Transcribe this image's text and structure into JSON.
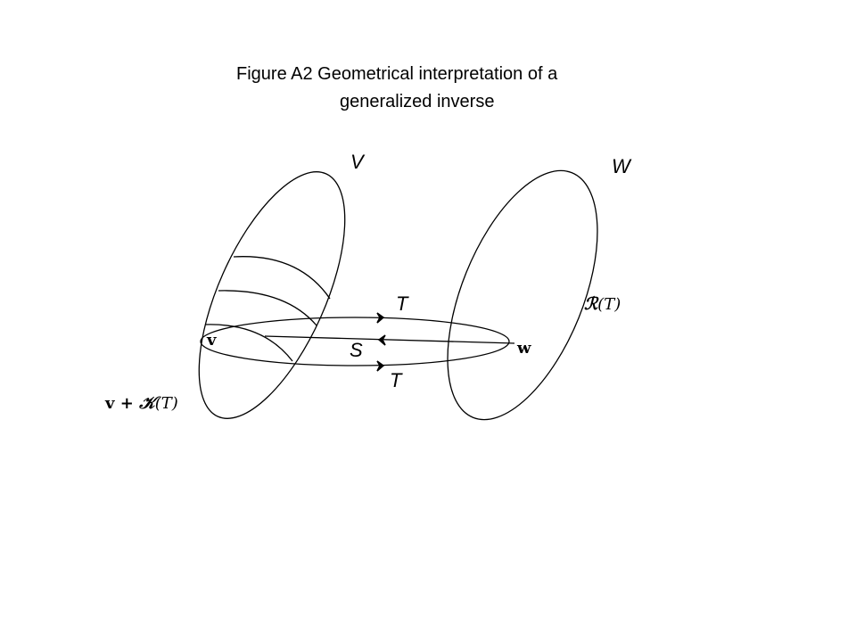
{
  "title": {
    "line1": "Figure A2   Geometrical interpretation of a",
    "line2": "generalized inverse"
  },
  "labels": {
    "space_v": "V",
    "space_w": "W",
    "map_t_top": "T",
    "map_s": "S",
    "map_t_bottom": "T",
    "vector_v": "v",
    "vector_w": "w",
    "range_symbol": "ℛ",
    "range_arg": "(T)",
    "kernel_prefix": "v + ",
    "kernel_symbol": "𝒦",
    "kernel_arg": "(T)"
  }
}
